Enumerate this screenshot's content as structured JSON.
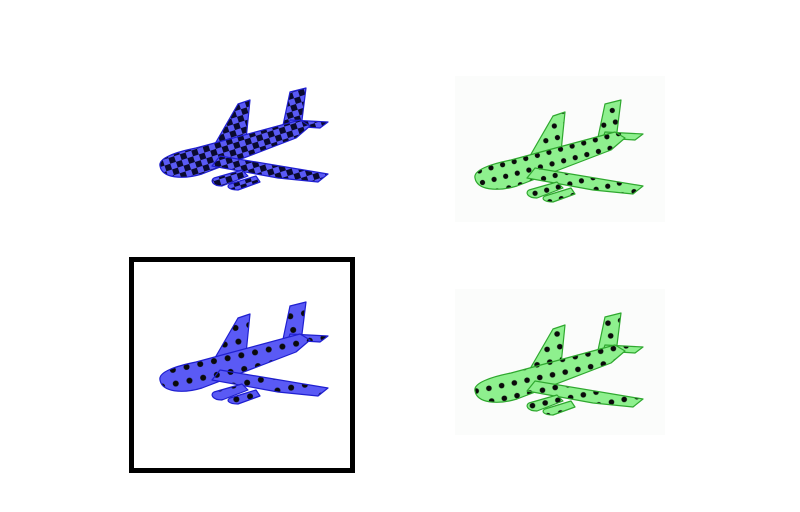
{
  "options": [
    {
      "id": "option-1",
      "color": "#5a5af5",
      "stroke": "#1f1fd0",
      "pattern": "checkerboard",
      "selected": false
    },
    {
      "id": "option-2",
      "color": "#8ef08e",
      "stroke": "#2fa82f",
      "pattern": "dots",
      "selected": false
    },
    {
      "id": "option-3",
      "color": "#5a5af5",
      "stroke": "#1f1fd0",
      "pattern": "dots",
      "selected": true
    },
    {
      "id": "option-4",
      "color": "#8ef08e",
      "stroke": "#2fa82f",
      "pattern": "dots",
      "selected": false
    }
  ],
  "icons": {
    "airplane": "airplane-icon",
    "selection": "selection-frame"
  }
}
